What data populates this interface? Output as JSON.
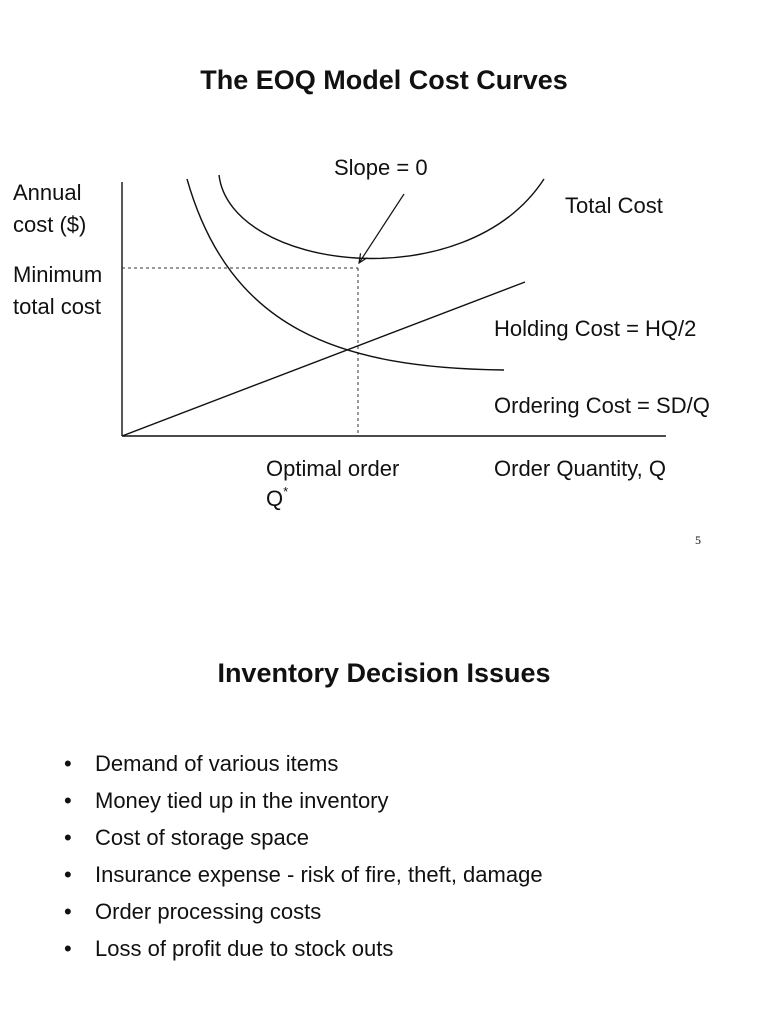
{
  "slide1": {
    "title": "The EOQ Model Cost Curves",
    "page_number": "5",
    "labels": {
      "y_axis_line1": "Annual",
      "y_axis_line2": "cost ($)",
      "min_cost_line1": "Minimum",
      "min_cost_line2": "total cost",
      "slope": "Slope = 0",
      "total_cost": "Total Cost",
      "holding_cost": "Holding Cost = HQ/2",
      "ordering_cost": "Ordering Cost = SD/Q",
      "optimal_order": "Optimal order",
      "q_star_base": "Q",
      "q_star_sup": "*",
      "x_axis": "Order Quantity, Q"
    }
  },
  "slide2": {
    "title": "Inventory Decision Issues",
    "bullet_char": "•",
    "bullets": [
      "Demand of various items",
      "Money tied up in the inventory",
      "Cost of storage space",
      "Insurance expense - risk of fire, theft, damage",
      "Order processing costs",
      "Loss of profit due to stock outs"
    ]
  },
  "chart_data": {
    "type": "line",
    "title": "The EOQ Model Cost Curves",
    "xlabel": "Order Quantity, Q",
    "ylabel": "Annual cost ($)",
    "series": [
      {
        "name": "Total Cost"
      },
      {
        "name": "Holding Cost = HQ/2"
      },
      {
        "name": "Ordering Cost = SD/Q"
      }
    ],
    "annotations": [
      "Slope = 0",
      "Minimum total cost",
      "Optimal order Q*"
    ]
  }
}
